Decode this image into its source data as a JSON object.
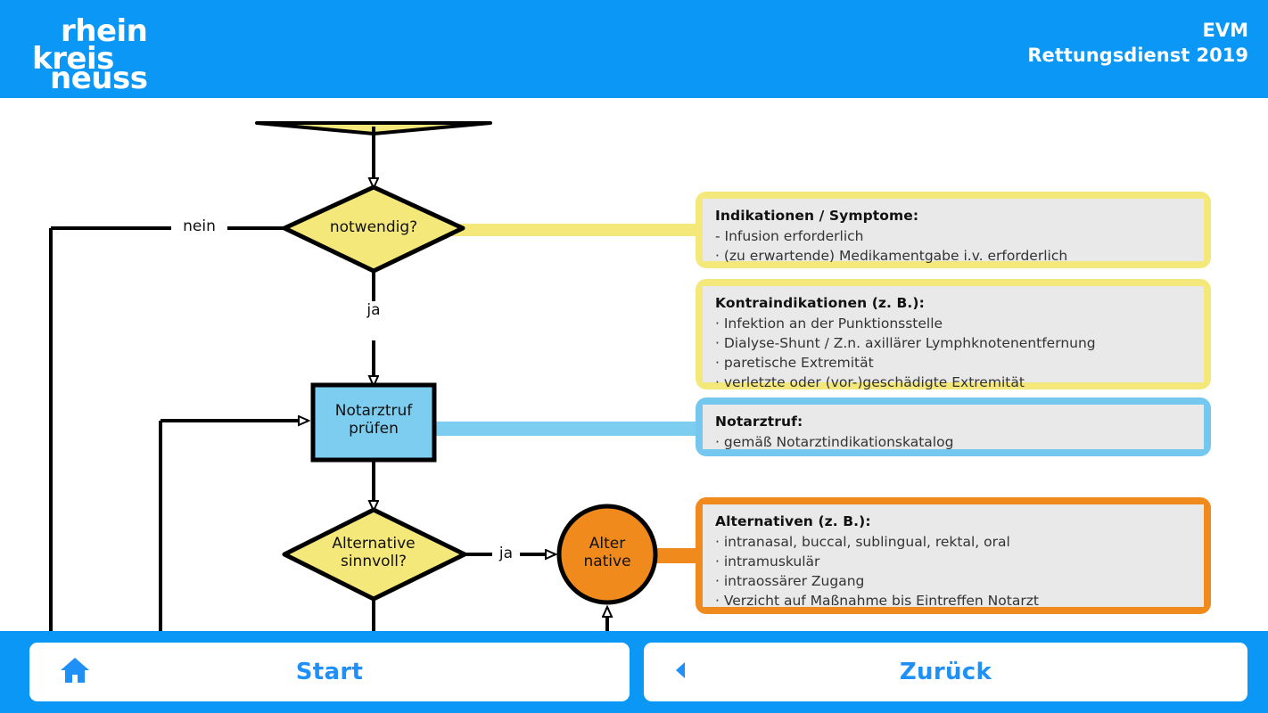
{
  "header": {
    "logo": {
      "line1": "rhein",
      "line2": "kreis",
      "line3": "neuss"
    },
    "title_line1": "EVM",
    "title_line2": "Rettungsdienst 2019",
    "bg_color": "#0a97f5"
  },
  "diagram": {
    "nodes": {
      "decision_notwendig": {
        "label": "notwendig?",
        "shape": "diamond",
        "fill": "#f4e87a"
      },
      "process_notarztruf": {
        "label_line1": "Notarztruf",
        "label_line2": "prüfen",
        "shape": "rect",
        "fill": "#7dcdf0"
      },
      "decision_alternative": {
        "label_line1": "Alternative",
        "label_line2": "sinnvoll?",
        "shape": "diamond",
        "fill": "#f4e87a"
      },
      "terminator_alternative": {
        "label_line1": "Alter",
        "label_line2": "native",
        "shape": "circle",
        "fill": "#f08a1c"
      }
    },
    "edge_labels": {
      "nein": "nein",
      "ja_top": "ja",
      "ja_alternative": "ja"
    },
    "connector_colors": {
      "yellow": "#f4e87a",
      "blue": "#7dcdf0",
      "orange": "#f08a1c",
      "line": "#000000"
    }
  },
  "info_boxes": [
    {
      "id": "indikationen",
      "accent": "#f4e87a",
      "title": "Indikationen / Symptome:",
      "items": [
        "- Infusion erforderlich",
        "· (zu erwartende) Medikamentgabe i.v. erforderlich"
      ]
    },
    {
      "id": "kontraindikationen",
      "accent": "#f4e87a",
      "title": "Kontraindikationen (z. B.):",
      "items": [
        "· Infektion an der Punktionsstelle",
        "· Dialyse-Shunt / Z.n. axillärer Lymphknotenentfernung",
        "· paretische Extremität",
        "· verletzte oder (vor-)geschädigte Extremität"
      ]
    },
    {
      "id": "notarztruf",
      "accent": "#74c8ef",
      "title": "Notarztruf:",
      "items": [
        "· gemäß Notarztindikationskatalog"
      ]
    },
    {
      "id": "alternativen",
      "accent": "#f08a1c",
      "title": "Alternativen (z. B.):",
      "items": [
        "· intranasal, buccal, sublingual, rektal, oral",
        "· intramuskulär",
        "· intraossärer Zugang",
        "· Verzicht auf Maßnahme bis Eintreffen Notarzt"
      ]
    }
  ],
  "footer": {
    "start_label": "Start",
    "start_icon": "home-icon",
    "back_label": "Zurück",
    "back_icon": "triangle-left-icon",
    "accent_color": "#1e90f7"
  }
}
